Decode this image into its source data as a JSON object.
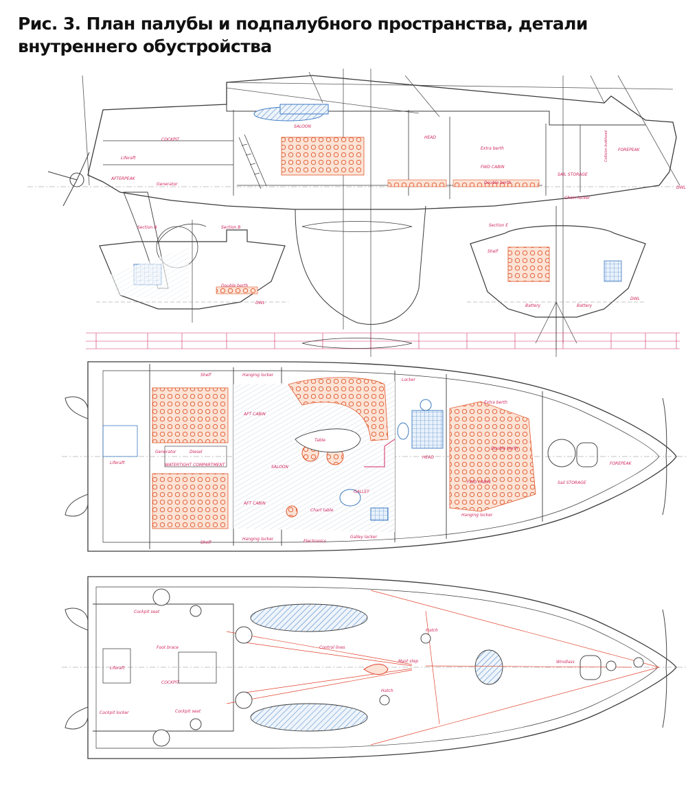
{
  "caption": "Рис. 3. План палубы и подпалубного пространства, детали внутреннего обустройства",
  "colors": {
    "hull_line": "#3a3a3a",
    "label": "#d0285c",
    "cushion": "#e86a3c",
    "hatch": "#3a78c0",
    "rigging": "#e0402a"
  },
  "profile": {
    "labels": {
      "saloon": "SALOON",
      "fwd_cabin": "FWD CABIN",
      "extra_berth": "Extra berth",
      "double_berth": "Double berth",
      "sail_storage": "SAIL STORAGE",
      "forepeak": "FOREPEAK",
      "afterpeak": "AFTERPEAK",
      "cockpit": "COCKPIT",
      "liferaft": "Liferaft",
      "generator": "Generator",
      "head": "HEAD",
      "chain_locker": "Chain locker",
      "collision_bulkhead": "Collision bulkhead",
      "dwl": "DWL"
    }
  },
  "sections": {
    "section_b": "Section B",
    "section_b_label": "Section B",
    "section_e": "Section E",
    "battery": "Battery",
    "double_berth": "Double berth",
    "shelf": "Shelf",
    "dwl": "DWL"
  },
  "accommodation": {
    "labels": {
      "saloon": "SALOON",
      "galley": "GALLEY",
      "head": "HEAD",
      "fwd_cabin": "FWD CABIN",
      "aft_cabin_top": "AFT CABIN",
      "aft_cabin_bottom": "AFT CABIN",
      "forepeak": "FOREPEAK",
      "sail_storage": "Sail STORAGE",
      "watertight": "WATERTIGHT COMPARTMENT",
      "generator": "Generator",
      "diesel": "Diesel",
      "liferaft": "Liferaft",
      "hanging_locker_top": "Hanging locker",
      "hanging_locker_bottom": "Hanging locker",
      "hanging_locker_fwd": "Hanging locker",
      "galley_locker": "Galley locker",
      "electronics": "Electronics",
      "chart_table": "Chart table",
      "table": "Table",
      "shelf_top": "Shelf",
      "shelf_bottom": "Shelf",
      "extra_berth": "Extra berth",
      "double_berth": "Double berth",
      "locker": "Locker"
    }
  },
  "deck": {
    "labels": {
      "cockpit": "COCKPIT",
      "cockpit_seat_top": "Cockpit seat",
      "cockpit_seat_bottom": "Cockpit seat",
      "cockpit_locker": "Cockpit locker",
      "foot_brace": "Foot brace",
      "liferaft": "Liferaft",
      "control_lines": "Control lines",
      "hatch_top": "Hatch",
      "hatch_bottom": "Hatch",
      "windlass": "Windlass",
      "mast_step": "Mast step"
    }
  }
}
